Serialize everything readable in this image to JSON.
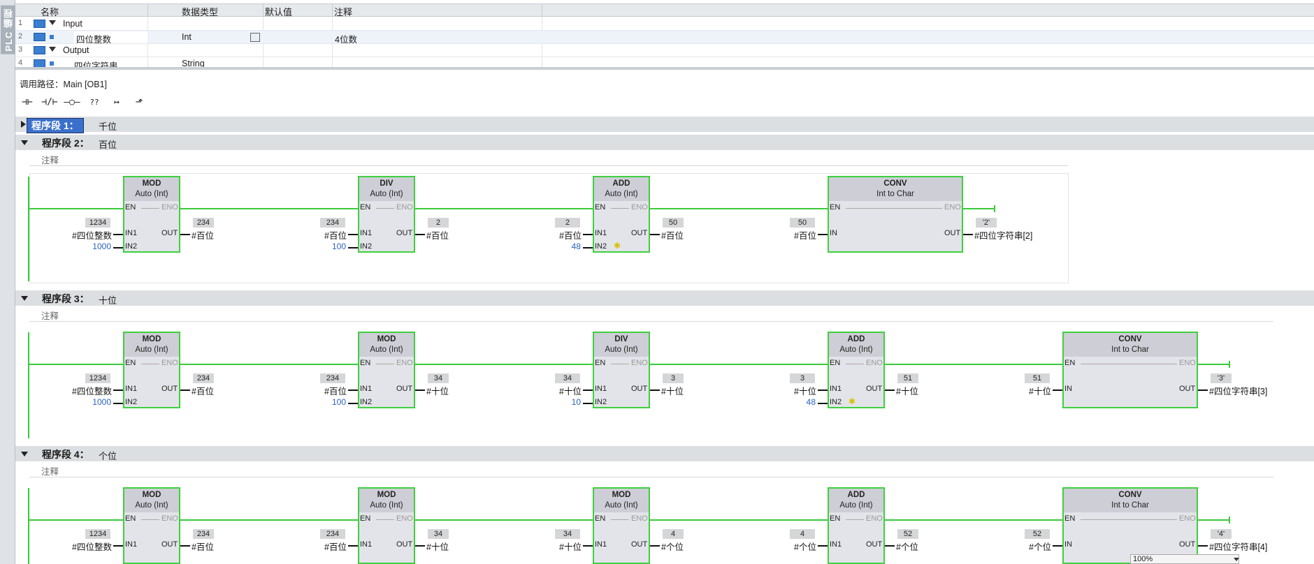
{
  "sidebar": {
    "label": "PLC 编程"
  },
  "interface": {
    "columns": [
      "名称",
      "数据类型",
      "默认值",
      "注释"
    ],
    "rows": [
      {
        "num": "1",
        "name": "Input",
        "type": "",
        "default": "",
        "comment": "",
        "kind": "section"
      },
      {
        "num": "2",
        "name": "四位整数",
        "type": "Int",
        "default": "",
        "comment": "4位数",
        "kind": "var"
      },
      {
        "num": "3",
        "name": "Output",
        "type": "",
        "default": "",
        "comment": "",
        "kind": "section"
      },
      {
        "num": "4",
        "name": "四位字符串",
        "type": "String",
        "default": "",
        "comment": "",
        "kind": "var"
      }
    ]
  },
  "call_path": "调用路径：Main [OB1]",
  "toolbar": {
    "contact_no": "⊣⊢",
    "contact_nc": "⊣/⊢",
    "coil": "–○–",
    "box": "??",
    "branch_open": "↦",
    "branch_close": "⬏"
  },
  "networks": [
    {
      "title": "程序段 1：",
      "comment_title": "千位",
      "collapsed": true
    },
    {
      "title": "程序段 2：",
      "comment_title": "百位",
      "comment": "注释"
    },
    {
      "title": "程序段 3：",
      "comment_title": "十位",
      "comment": "注释"
    },
    {
      "title": "程序段 4：",
      "comment_title": "个位",
      "comment": "注释"
    }
  ],
  "pins": {
    "en": "EN",
    "eno": "ENO",
    "in1": "IN1",
    "in2": "IN2",
    "in": "IN",
    "out": "OUT"
  },
  "net2": {
    "b1": {
      "op": "MOD",
      "type": "Auto (Int)",
      "in1_val": "1234",
      "in1": "#四位整数",
      "in2": "1000",
      "out_val": "234",
      "out": "#百位"
    },
    "b2": {
      "op": "DIV",
      "type": "Auto (Int)",
      "in1_val": "234",
      "in1": "#百位",
      "in2": "100",
      "out_val": "2",
      "out": "#百位"
    },
    "b3": {
      "op": "ADD",
      "type": "Auto (Int)",
      "in1_val": "2",
      "in1": "#百位",
      "in2": "48",
      "out_val": "50",
      "out": "#百位"
    },
    "b4": {
      "op": "CONV",
      "type1": "Int",
      "to": "to",
      "type2": "Char",
      "in_val": "50",
      "in": "#百位",
      "out_val": "'2'",
      "out": "#四位字符串[2]"
    }
  },
  "net3": {
    "b1": {
      "op": "MOD",
      "type": "Auto (Int)",
      "in1_val": "1234",
      "in1": "#四位整数",
      "in2": "1000",
      "out_val": "234",
      "out": "#百位"
    },
    "b2": {
      "op": "MOD",
      "type": "Auto (Int)",
      "in1_val": "234",
      "in1": "#百位",
      "in2": "100",
      "out_val": "34",
      "out": "#十位"
    },
    "b3": {
      "op": "DIV",
      "type": "Auto (Int)",
      "in1_val": "34",
      "in1": "#十位",
      "in2": "10",
      "out_val": "3",
      "out": "#十位"
    },
    "b4": {
      "op": "ADD",
      "type": "Auto (Int)",
      "in1_val": "3",
      "in1": "#十位",
      "in2": "48",
      "out_val": "51",
      "out": "#十位"
    },
    "b5": {
      "op": "CONV",
      "type1": "Int",
      "to": "to",
      "type2": "Char",
      "in_val": "51",
      "in": "#十位",
      "out_val": "'3'",
      "out": "#四位字符串[3]"
    }
  },
  "net4": {
    "b1": {
      "op": "MOD",
      "type": "Auto (Int)",
      "in1_val": "1234",
      "in1": "#四位整数",
      "out_val": "234",
      "out": "#百位"
    },
    "b2": {
      "op": "MOD",
      "type": "Auto (Int)",
      "in1_val": "234",
      "in1": "#百位",
      "out_val": "34",
      "out": "#十位"
    },
    "b3": {
      "op": "MOD",
      "type": "Auto (Int)",
      "in1_val": "34",
      "in1": "#十位",
      "out_val": "4",
      "out": "#个位"
    },
    "b4": {
      "op": "ADD",
      "type": "Auto (Int)",
      "in1_val": "4",
      "in1": "#个位",
      "out_val": "52",
      "out": "#个位"
    },
    "b5": {
      "op": "CONV",
      "type1": "Int",
      "to": "to",
      "type2": "Char",
      "in_val": "52",
      "in": "#个位",
      "out_val": "'4'",
      "out": "#四位字符串[4]"
    }
  },
  "zoom": "100%",
  "colors": {
    "rail": "#3aca3a",
    "block_border": "#3fd03f",
    "block_body": "#e3e4e9",
    "block_title": "#cdced6",
    "constant": "#2a62c0",
    "selection": "#3a6fcc"
  }
}
